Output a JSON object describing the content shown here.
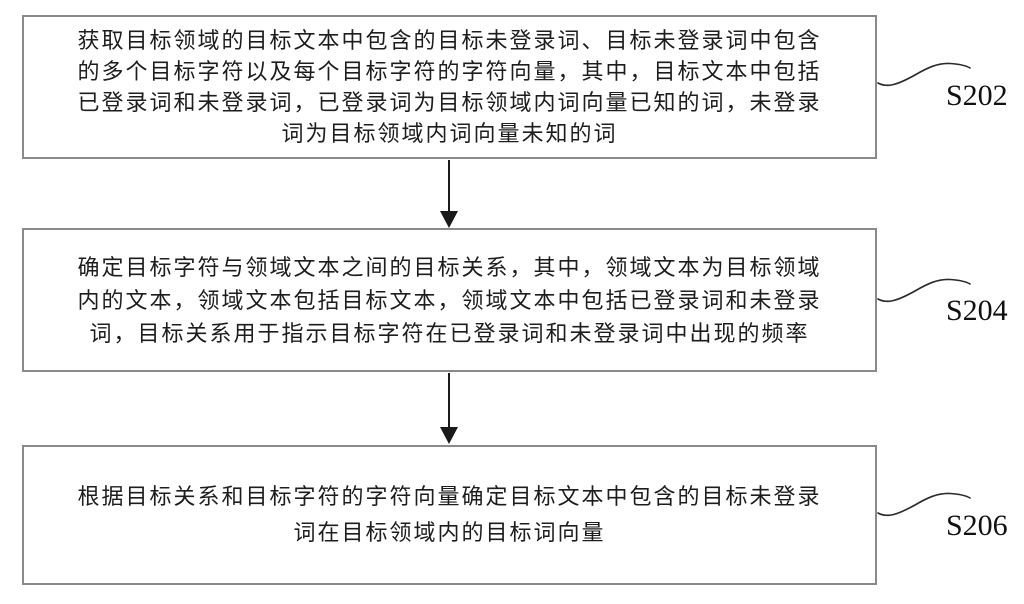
{
  "flowchart": {
    "colors": {
      "background": "#ffffff",
      "box_border": "#8a8a8a",
      "text": "#1d1d1d",
      "arrow": "#1a1a1a"
    },
    "steps": [
      {
        "label": "S202",
        "lines": [
          "获取目标领域的目标文本中包含的目标未登录词、目标未登录词中包含",
          "的多个目标字符以及每个目标字符的字符向量，其中，目标文本中包括",
          "已登录词和未登录词，已登录词为目标领域内词向量已知的词，未登录",
          "词为目标领域内词向量未知的词"
        ]
      },
      {
        "label": "S204",
        "lines": [
          "确定目标字符与领域文本之间的目标关系，其中，领域文本为目标领域",
          "内的文本，领域文本包括目标文本，领域文本中包括已登录词和未登录",
          "词，目标关系用于指示目标字符在已登录词和未登录词中出现的频率"
        ]
      },
      {
        "label": "S206",
        "lines": [
          "根据目标关系和目标字符的字符向量确定目标文本中包含的目标未登录",
          "词在目标领域内的目标词向量"
        ]
      }
    ]
  }
}
